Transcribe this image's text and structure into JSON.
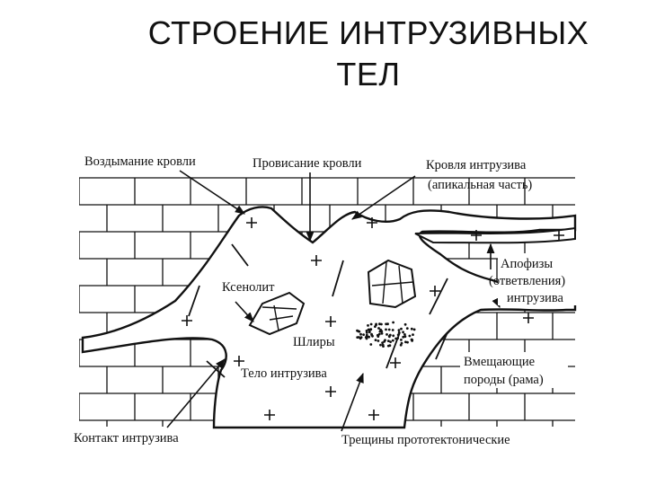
{
  "title": {
    "line1": "СТРОЕНИЕ  ИНТРУЗИВНЫХ",
    "line2": "ТЕЛ"
  },
  "diagram": {
    "labels": {
      "roof_uplift": "Воздымание кровли",
      "roof_sag": "Провисание кровли",
      "intrusion_roof": "Кровля интрузива",
      "apical_part": "(апикальная часть)",
      "apophyses": "Апофизы",
      "branches": "(ответвления)",
      "of_intrusion": "интрузива",
      "xenolith": "Ксенолит",
      "schlieren": "Шлиры",
      "intrusion_body": "Тело интрузива",
      "host_rocks": "Вмещающие",
      "frame": "породы (рама)",
      "contact": "Контакт интрузива",
      "cracks": "Трещины прототектонические"
    }
  }
}
